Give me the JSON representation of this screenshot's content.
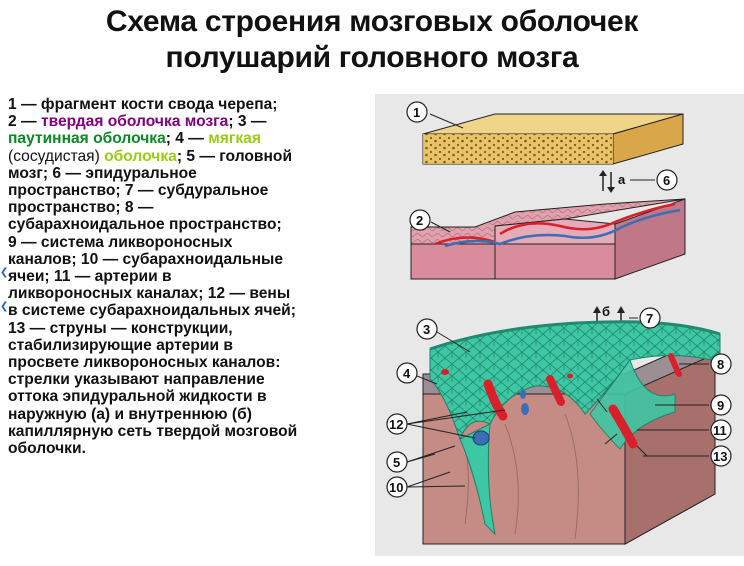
{
  "title": {
    "line1": "Схема строения мозговых оболочек",
    "line2": "полушарий головного мозга"
  },
  "legend": {
    "p1": "1 — фрагмент кости свода черепа;",
    "p2a": "2 — ",
    "p2b": "твердая оболочка мозга",
    "p2c": "; 3 —",
    "p3a": "паутинная оболочка",
    "p3b": "; 4 — ",
    "p3c": "мягкая",
    "p4a": "(сосудистая) ",
    "p4b": "оболочка",
    "p4c": "; 5 — головной",
    "p5": "мозг; 6 — эпидуральное",
    "p6": "пространство; 7 — субдуральное",
    "p7": "пространство; 8 —",
    "p8": "субарахноидальное пространство;",
    "p9": "9 — система ликвороносных",
    "p10": "каналов; 10 — субарахноидальные",
    "p11": "ячеи; 11 — артерии в",
    "p12": "ликвороносных каналах; 12 — вены",
    "p13": "в системе субарахноидальных ячей;",
    "p14": "13 — струны — конструкции,",
    "p15": "стабилизирующие артерии в",
    "p16": "просвете ликвороносных каналов:",
    "p17": "стрелки указывают направление",
    "p18": "оттока эпидуральной жидкости в",
    "p19": "наружную (а) и внутреннюю (б)",
    "p20": "капиллярную сеть твердой мозговой",
    "p21": "оболочки."
  },
  "figure": {
    "labels": {
      "n1": "1",
      "n2": "2",
      "n3": "3",
      "n4": "4",
      "n5": "5",
      "n6": "6",
      "n7": "7",
      "n8": "8",
      "n9": "9",
      "n10": "10",
      "n11": "11",
      "n12": "12",
      "n13": "13",
      "arrow_a": "а",
      "arrow_b": "б"
    },
    "colors": {
      "bone": "#e7c36a",
      "bone_dots": "#8a5a1a",
      "dura": "#e0a0ae",
      "artery": "#d81f2a",
      "vein": "#3a6fb5",
      "arachnoid": "#3ec7a4",
      "brain": "#c58c86",
      "brain_shadow": "#9b8f95",
      "background": "#e8e8e8"
    }
  }
}
